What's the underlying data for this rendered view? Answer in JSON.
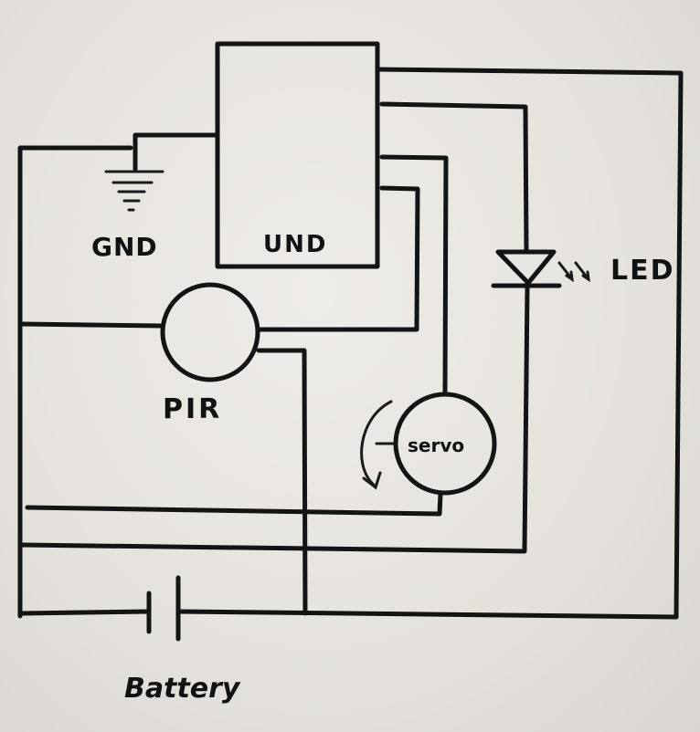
{
  "labels": {
    "gnd": "GND",
    "uno": "UND",
    "pir": "PIR",
    "servo": "servo",
    "led": "LED",
    "battery": "Battery"
  },
  "colors": {
    "ink": "#141414",
    "paper": "#e6e3de"
  }
}
